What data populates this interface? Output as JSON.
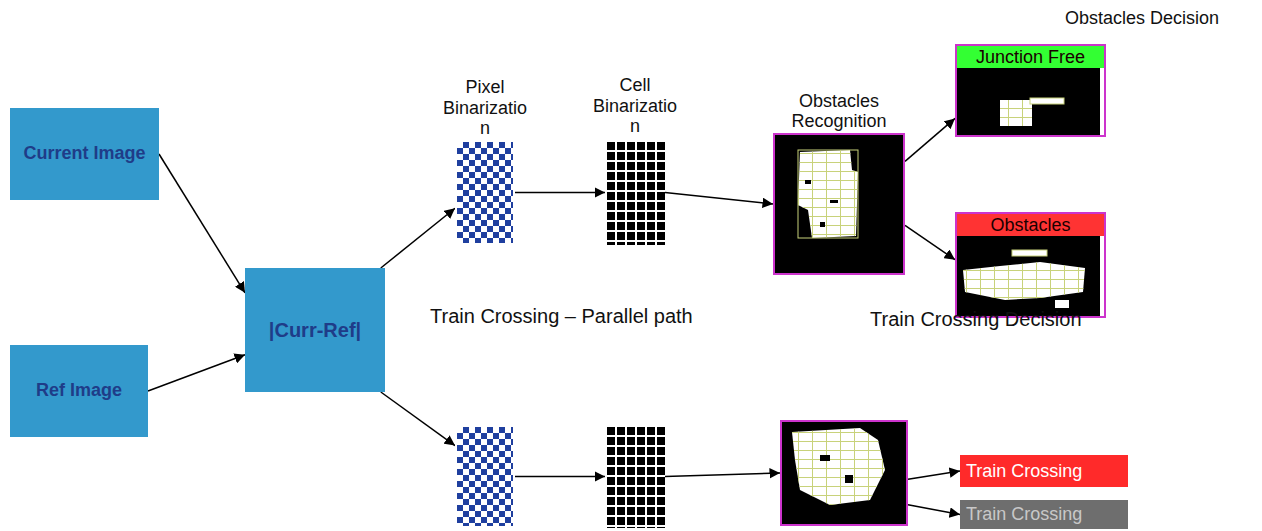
{
  "diagram": {
    "nodes": [
      {
        "text": [
          "Current Image"
        ]
      },
      {
        "text": [
          "Ref Image"
        ]
      },
      {
        "text": [
          "|Curr-Ref|"
        ]
      },
      {
        "text": [
          "Pixel Binarizatio n"
        ]
      },
      {
        "text": [
          "Cell Binarizatio n"
        ]
      },
      {
        "text": [
          "Obstacles Recognition"
        ]
      },
      {
        "text": [
          "Junction Free"
        ]
      },
      {
        "text": [
          "Obstacles"
        ]
      },
      {
        "text": []
      },
      {
        "text": []
      },
      {
        "text": []
      },
      {
        "text": [
          "Train Crossing"
        ]
      },
      {
        "text": [
          "Train Crossing"
        ]
      }
    ],
    "edges": [
      {
        "from": 0,
        "to": 2,
        "arrow": "to"
      },
      {
        "from": 1,
        "to": 2,
        "arrow": "to"
      },
      {
        "from": 2,
        "to": 3,
        "arrow": "to"
      },
      {
        "from": 3,
        "to": 4,
        "arrow": "to"
      },
      {
        "from": 4,
        "to": 5,
        "arrow": "to"
      },
      {
        "from": 5,
        "to": 6,
        "arrow": "to"
      },
      {
        "from": 5,
        "to": 7,
        "arrow": "to"
      },
      {
        "from": 2,
        "to": 8,
        "arrow": "to"
      },
      {
        "from": 8,
        "to": 9,
        "arrow": "to"
      },
      {
        "from": 9,
        "to": 10,
        "arrow": "to"
      },
      {
        "from": 10,
        "to": 11,
        "arrow": "to"
      },
      {
        "from": 10,
        "to": 12,
        "arrow": "to"
      }
    ],
    "labels": [
      "Obstacles Decision",
      "Train Crossing – Parallel path",
      "Train Crossing Decision"
    ]
  }
}
